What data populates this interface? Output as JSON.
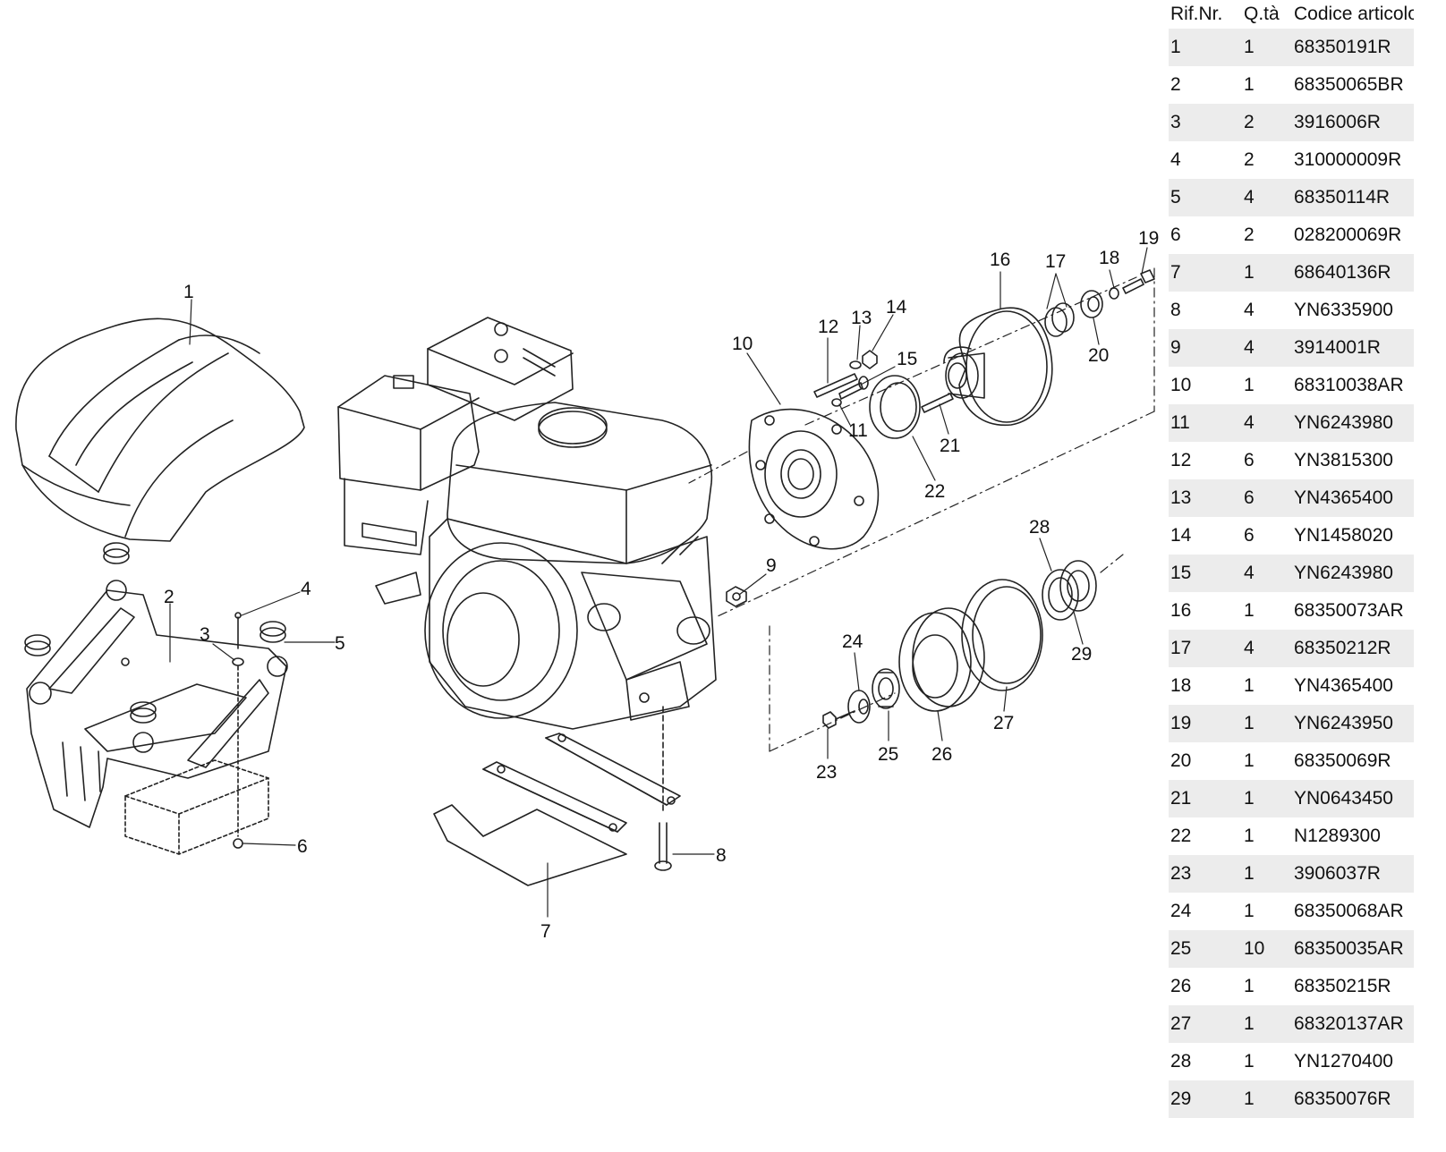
{
  "table": {
    "headers": {
      "ref": "Rif.Nr.",
      "qty": "Q.tà",
      "code": "Codice articolo"
    },
    "rows": [
      {
        "ref": "1",
        "qty": "1",
        "code": "68350191R"
      },
      {
        "ref": "2",
        "qty": "1",
        "code": "68350065BR"
      },
      {
        "ref": "3",
        "qty": "2",
        "code": "3916006R"
      },
      {
        "ref": "4",
        "qty": "2",
        "code": "310000009R"
      },
      {
        "ref": "5",
        "qty": "4",
        "code": "68350114R"
      },
      {
        "ref": "6",
        "qty": "2",
        "code": "028200069R"
      },
      {
        "ref": "7",
        "qty": "1",
        "code": "68640136R"
      },
      {
        "ref": "8",
        "qty": "4",
        "code": "YN6335900"
      },
      {
        "ref": "9",
        "qty": "4",
        "code": "3914001R"
      },
      {
        "ref": "10",
        "qty": "1",
        "code": "68310038AR"
      },
      {
        "ref": "11",
        "qty": "4",
        "code": "YN6243980"
      },
      {
        "ref": "12",
        "qty": "6",
        "code": "YN3815300"
      },
      {
        "ref": "13",
        "qty": "6",
        "code": "YN4365400"
      },
      {
        "ref": "14",
        "qty": "6",
        "code": "YN1458020"
      },
      {
        "ref": "15",
        "qty": "4",
        "code": "YN6243980"
      },
      {
        "ref": "16",
        "qty": "1",
        "code": "68350073AR"
      },
      {
        "ref": "17",
        "qty": "4",
        "code": "68350212R"
      },
      {
        "ref": "18",
        "qty": "1",
        "code": "YN4365400"
      },
      {
        "ref": "19",
        "qty": "1",
        "code": "YN6243950"
      },
      {
        "ref": "20",
        "qty": "1",
        "code": "68350069R"
      },
      {
        "ref": "21",
        "qty": "1",
        "code": "YN0643450"
      },
      {
        "ref": "22",
        "qty": "1",
        "code": "N1289300"
      },
      {
        "ref": "23",
        "qty": "1",
        "code": "3906037R"
      },
      {
        "ref": "24",
        "qty": "1",
        "code": "68350068AR"
      },
      {
        "ref": "25",
        "qty": "10",
        "code": "68350035AR"
      },
      {
        "ref": "26",
        "qty": "1",
        "code": "68350215R"
      },
      {
        "ref": "27",
        "qty": "1",
        "code": "68320137AR"
      },
      {
        "ref": "28",
        "qty": "1",
        "code": "YN1270400"
      },
      {
        "ref": "29",
        "qty": "1",
        "code": "68350076R"
      }
    ]
  },
  "callouts": [
    "1",
    "2",
    "3",
    "4",
    "5",
    "6",
    "7",
    "8",
    "9",
    "10",
    "11",
    "12",
    "13",
    "14",
    "15",
    "16",
    "17",
    "18",
    "19",
    "20",
    "21",
    "22",
    "23",
    "24",
    "25",
    "26",
    "27",
    "28",
    "29"
  ]
}
